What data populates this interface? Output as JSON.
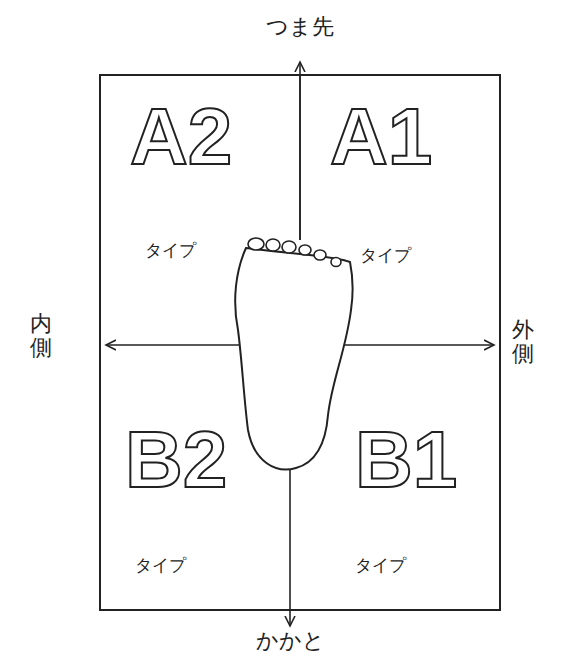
{
  "diagram": {
    "nodes": [
      {
        "text": [
          "A2",
          "タイプ"
        ]
      },
      {
        "text": [
          "A1",
          "タイプ"
        ]
      },
      {
        "text": [
          "B2",
          "タイプ"
        ]
      },
      {
        "text": [
          "B1",
          "タイプ"
        ]
      }
    ],
    "labels": [
      "つま先",
      "内側",
      "外側",
      "かかと"
    ]
  }
}
